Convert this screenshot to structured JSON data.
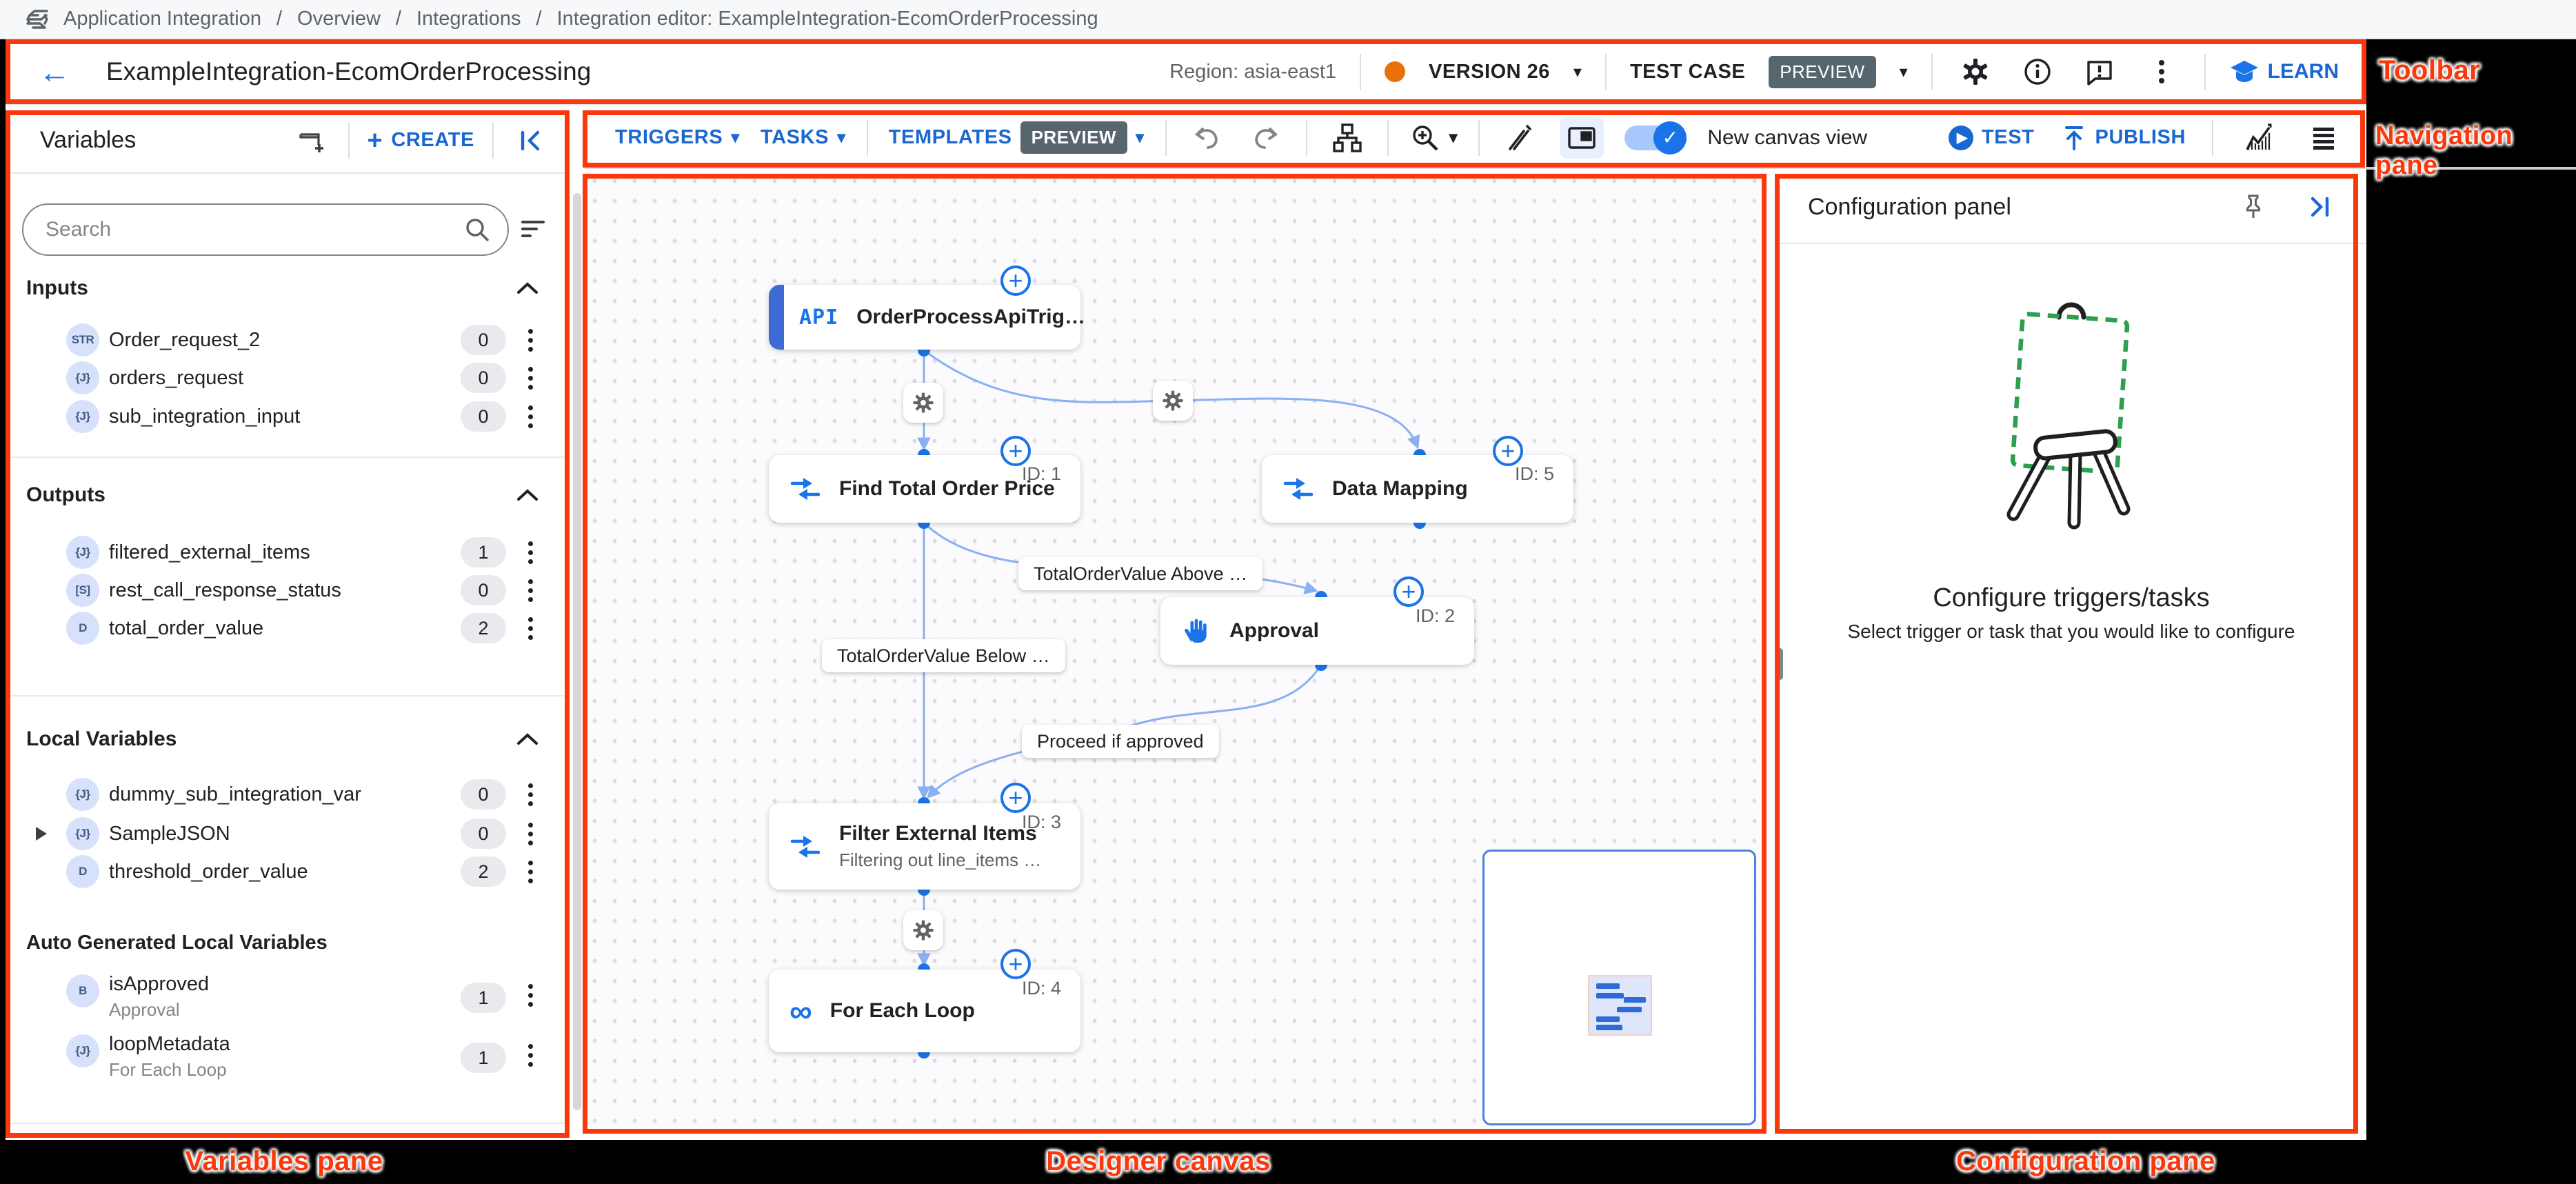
{
  "breadcrumb": {
    "separator": "/",
    "items": [
      "Application Integration",
      "Overview",
      "Integrations",
      "Integration editor: ExampleIntegration-EcomOrderProcessing"
    ]
  },
  "toolbar": {
    "title": "ExampleIntegration-EcomOrderProcessing",
    "region_label": "Region: asia-east1",
    "version_label": "VERSION 26",
    "test_case_label": "TEST CASE",
    "preview_badge": "PREVIEW",
    "learn_label": "LEARN"
  },
  "nav": {
    "triggers_label": "TRIGGERS",
    "tasks_label": "TASKS",
    "templates_label": "TEMPLATES",
    "templates_preview_badge": "PREVIEW",
    "new_canvas_toggle_label": "New canvas view",
    "test_label": "TEST",
    "publish_label": "PUBLISH"
  },
  "variables_panel": {
    "title": "Variables",
    "create_label": "CREATE",
    "search_placeholder": "Search",
    "sections": [
      {
        "title": "Inputs",
        "rows": [
          {
            "type": "STR",
            "name": "Order_request_2",
            "count": "0"
          },
          {
            "type": "{J}",
            "name": "orders_request",
            "count": "0"
          },
          {
            "type": "{J}",
            "name": "sub_integration_input",
            "count": "0"
          }
        ]
      },
      {
        "title": "Outputs",
        "rows": [
          {
            "type": "{J}",
            "name": "filtered_external_items",
            "count": "1"
          },
          {
            "type": "[S]",
            "name": "rest_call_response_status",
            "count": "0"
          },
          {
            "type": "D",
            "name": "total_order_value",
            "count": "2"
          }
        ]
      },
      {
        "title": "Local Variables",
        "rows": [
          {
            "type": "{J}",
            "name": "dummy_sub_integration_var",
            "count": "0"
          },
          {
            "type": "{J}",
            "name": "SampleJSON",
            "count": "0"
          },
          {
            "type": "D",
            "name": "threshold_order_value",
            "count": "2"
          }
        ]
      },
      {
        "title": "Auto Generated Local Variables",
        "rows": [
          {
            "type": "B",
            "name": "isApproved",
            "sub": "Approval",
            "count": "1"
          },
          {
            "type": "{J}",
            "name": "loopMetadata",
            "sub": "For Each Loop",
            "count": "1"
          }
        ]
      }
    ]
  },
  "canvas": {
    "nodes": {
      "trigger": {
        "icon_label": "API",
        "title": "OrderProcessApiTrig…"
      },
      "find_total": {
        "title": "Find Total Order Price",
        "id": "ID: 1"
      },
      "data_mapping": {
        "title": "Data Mapping",
        "id": "ID: 5"
      },
      "approval": {
        "title": "Approval",
        "id": "ID: 2"
      },
      "filter_items": {
        "title": "Filter External Items",
        "subtitle": "Filtering out line_items …",
        "id": "ID: 3"
      },
      "for_each": {
        "title": "For Each Loop",
        "id": "ID: 4"
      }
    },
    "edge_labels": {
      "above": "TotalOrderValue Above …",
      "below": "TotalOrderValue Below …",
      "proceed": "Proceed if approved"
    }
  },
  "config_panel": {
    "title": "Configuration panel",
    "heading": "Configure triggers/tasks",
    "subtext": "Select trigger or task that you would like to configure"
  },
  "annotations": {
    "toolbar": "Toolbar",
    "navigation": "Navigation pane",
    "variables": "Variables pane",
    "canvas": "Designer canvas",
    "configuration": "Configuration pane"
  },
  "icons": {
    "back_arrow": "←",
    "dropdown_caret": "▾",
    "plus": "+",
    "infinity": "∞",
    "check": "✓",
    "play": "▶"
  },
  "colors": {
    "annotation_red": "#fb370c",
    "accent_blue": "#1a73e8",
    "nav_blue": "#1967d2",
    "version_dot_orange": "#e8710a",
    "preview_badge_bg": "#57656f",
    "edge_blue": "#8aaff2",
    "illustration_green": "#2e9e4f"
  }
}
